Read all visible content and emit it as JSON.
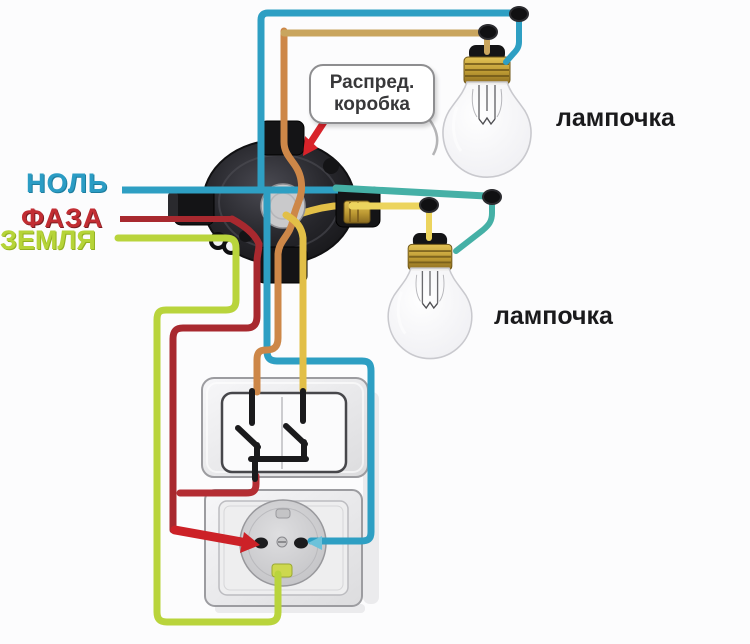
{
  "diagram": {
    "wire_labels": {
      "neutral": {
        "text": "НОЛЬ",
        "color": "#2b9cc4"
      },
      "phase": {
        "text": "ФАЗА",
        "color": "#c22d33"
      },
      "earth": {
        "text": "ЗЕМЛЯ",
        "color": "#b6d438"
      }
    },
    "junction_box_label": {
      "line1": "Распред.",
      "line2": "коробка"
    },
    "lamp_labels": {
      "lamp1": "лампочка",
      "lamp2": "лампочка"
    },
    "wire_colors": {
      "neutral": "#2e9fc3",
      "neutral_teal": "#45b0a6",
      "neutral_arrow": "#6cc2da",
      "phase_dark": "#a8292f",
      "phase_mid": "#b42d33",
      "phase_bright": "#cc2127",
      "earth": "#b9d43c",
      "lamp1_line_tan": "#c9a55e",
      "lamp2_line_yellow": "#ecd45e",
      "switch_drop_orange": "#cd8748",
      "switch_drop_yellow": "#e2bf47",
      "callout_arrow_red": "#d8232a"
    }
  }
}
